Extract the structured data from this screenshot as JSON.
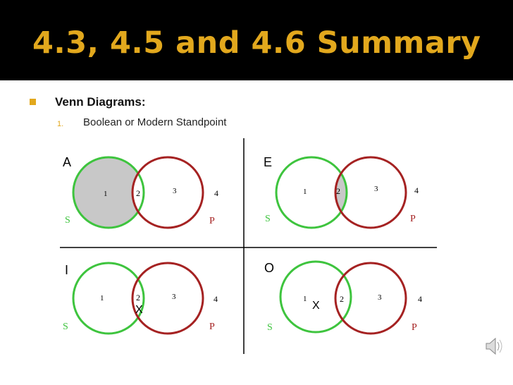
{
  "slide": {
    "title": "4.3, 4.5 and 4.6 Summary",
    "bullet": "Venn Diagrams:",
    "sub_number": "1.",
    "sub_text": "Boolean or Modern Standpoint"
  },
  "colors": {
    "accent": "#e2a81d",
    "circle_S": "#3ec43e",
    "circle_P": "#a52222",
    "shade": "#c8c8c8"
  },
  "quadrants": [
    {
      "form": "A",
      "regions": [
        "1",
        "2",
        "3",
        "4"
      ],
      "set_s": "S",
      "set_p": "P",
      "shaded": "1",
      "x_mark": ""
    },
    {
      "form": "E",
      "regions": [
        "1",
        "2",
        "3",
        "4"
      ],
      "set_s": "S",
      "set_p": "P",
      "shaded": "2",
      "x_mark": ""
    },
    {
      "form": "I",
      "regions": [
        "1",
        "2",
        "3",
        "4"
      ],
      "set_s": "S",
      "set_p": "P",
      "shaded": "",
      "x_mark": "X"
    },
    {
      "form": "O",
      "regions": [
        "1",
        "2",
        "3",
        "4"
      ],
      "set_s": "S",
      "set_p": "P",
      "shaded": "",
      "x_mark": "X"
    }
  ],
  "speaker_icon": "speaker-icon"
}
